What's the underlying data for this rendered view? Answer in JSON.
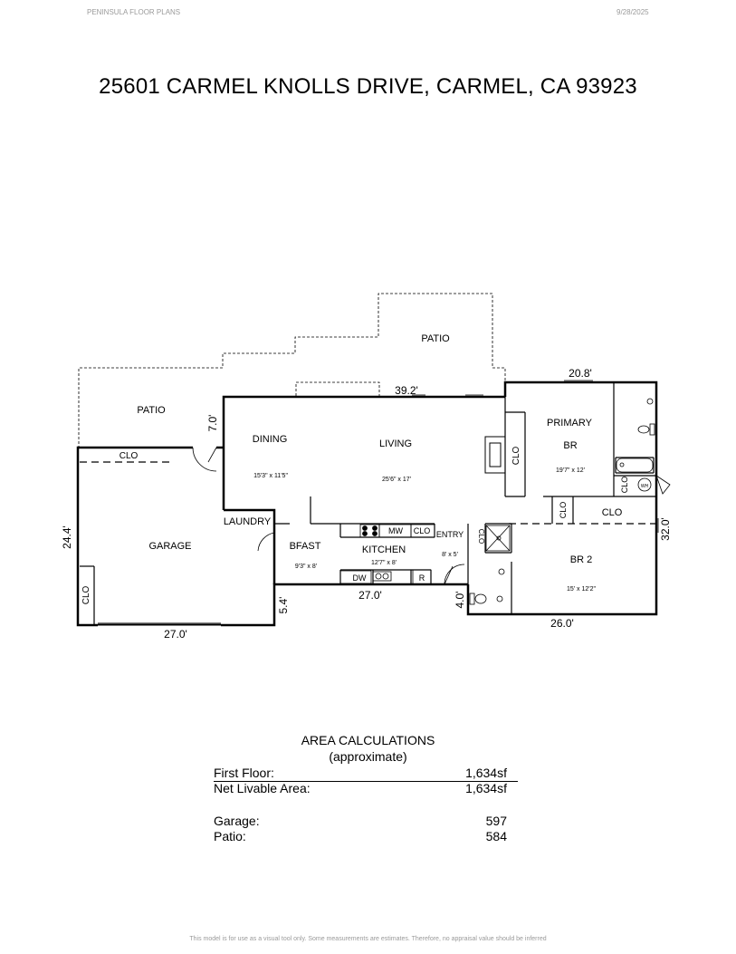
{
  "header": {
    "company": "PENINSULA FLOOR PLANS",
    "date": "9/28/2025"
  },
  "title": "25601 CARMEL KNOLLS DRIVE, CARMEL, CA  93923",
  "plan": {
    "rooms": {
      "patio_left": "PATIO",
      "patio_top": "PATIO",
      "dining": "DINING",
      "dining_dim": "15'3\" x 11'5\"",
      "living": "LIVING",
      "living_dim": "25'6\" x 17'",
      "primary": "PRIMARY",
      "br": "BR",
      "primary_dim": "19'7\" x 12'",
      "garage": "GARAGE",
      "laundry": "LAUNDRY",
      "bfast": "BFAST",
      "bfast_dim": "9'3\" x 8'",
      "kitchen": "KITCHEN",
      "kitchen_dim": "12'7\" x 8'",
      "entry": "ENTRY",
      "entry_dim": "8' x 5'",
      "br2": "BR 2",
      "br2_dim": "15' x 12'2\""
    },
    "labels": {
      "clo": "CLO",
      "mw": "MW",
      "dw": "DW",
      "r": "R",
      "wh": "WH"
    },
    "dimensions": {
      "d_39_2": "39.2'",
      "d_20_8": "20.8'",
      "d_7_0": "7.0'",
      "d_24_4": "24.4'",
      "d_27_0_garage": "27.0'",
      "d_5_4": "5.4'",
      "d_27_0_kitchen": "27.0'",
      "d_4_0": "4.0'",
      "d_26_0": "26.0'",
      "d_32_0": "32.0'"
    }
  },
  "area": {
    "title": "AREA CALCULATIONS",
    "subtitle": "(approximate)",
    "rows": [
      {
        "label": "First  Floor:",
        "value": "1,634sf"
      },
      {
        "label": "Net Livable Area:",
        "value": "1,634sf"
      },
      {
        "label": "Garage:",
        "value": "597"
      },
      {
        "label": "Patio:",
        "value": "584"
      }
    ]
  },
  "footer": "This model is for use as a visual tool only. Some measurements are estimates. Therefore, no appraisal value should be inferred"
}
